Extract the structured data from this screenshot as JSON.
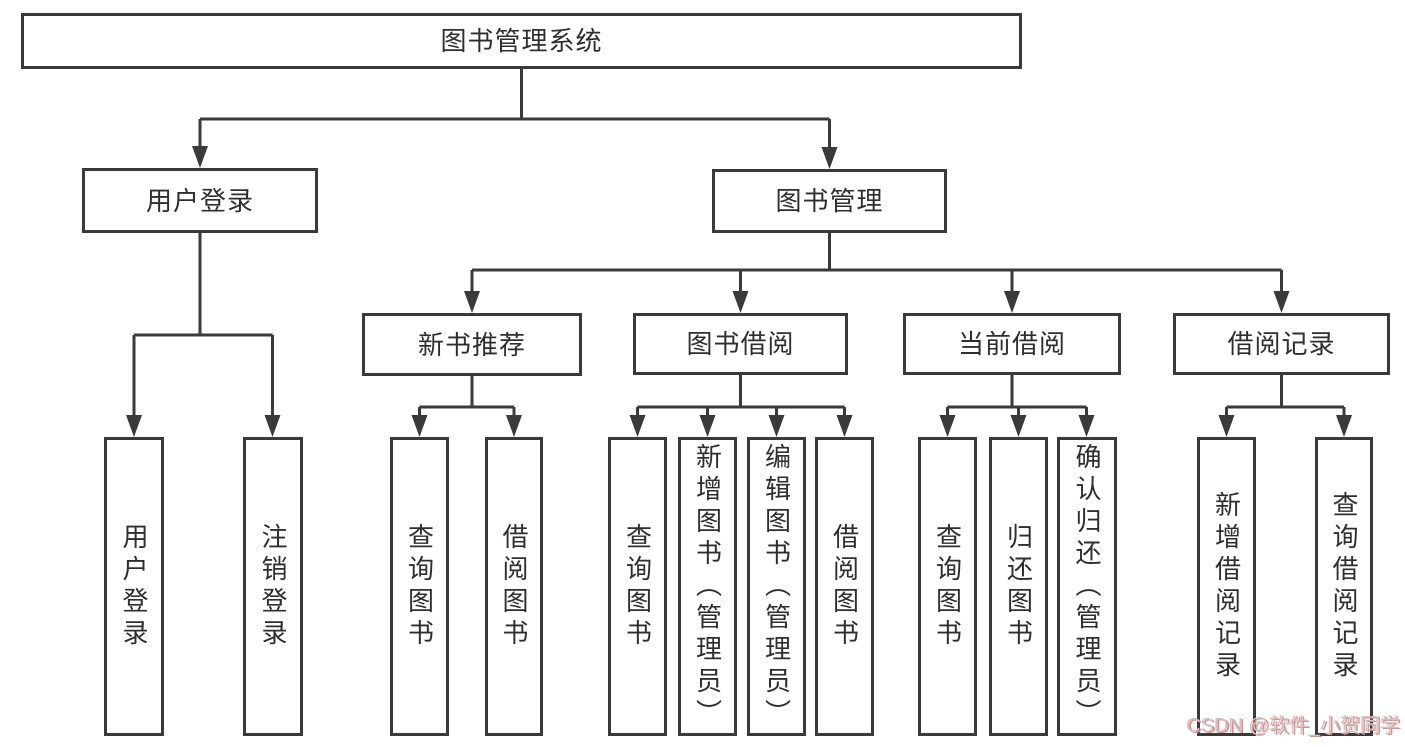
{
  "diagram": {
    "root": {
      "label": "图书管理系统"
    },
    "user_login": {
      "label": "用户登录",
      "children": [
        {
          "label": "用户登录"
        },
        {
          "label": "注销登录"
        }
      ]
    },
    "book_management": {
      "label": "图书管理",
      "sections": [
        {
          "label": "新书推荐",
          "children": [
            {
              "label": "查询图书"
            },
            {
              "label": "借阅图书"
            }
          ]
        },
        {
          "label": "图书借阅",
          "children": [
            {
              "label": "查询图书"
            },
            {
              "label": "新增图书（管理员）"
            },
            {
              "label": "编辑图书（管理员）"
            },
            {
              "label": "借阅图书"
            }
          ]
        },
        {
          "label": "当前借阅",
          "children": [
            {
              "label": "查询图书"
            },
            {
              "label": "归还图书"
            },
            {
              "label": "确认归还（管理员）"
            }
          ]
        },
        {
          "label": "借阅记录",
          "children": [
            {
              "label": "新增借阅记录"
            },
            {
              "label": "查询借阅记录"
            }
          ]
        }
      ]
    }
  },
  "colors": {
    "line": "#3a3a3a",
    "text": "#2e2e2e",
    "box_background": "#ffffff",
    "watermark_text": "#c7c7c7",
    "watermark_shadow": "#e78a8a"
  },
  "watermark": {
    "text": "CSDN @软件_小贺同学"
  }
}
